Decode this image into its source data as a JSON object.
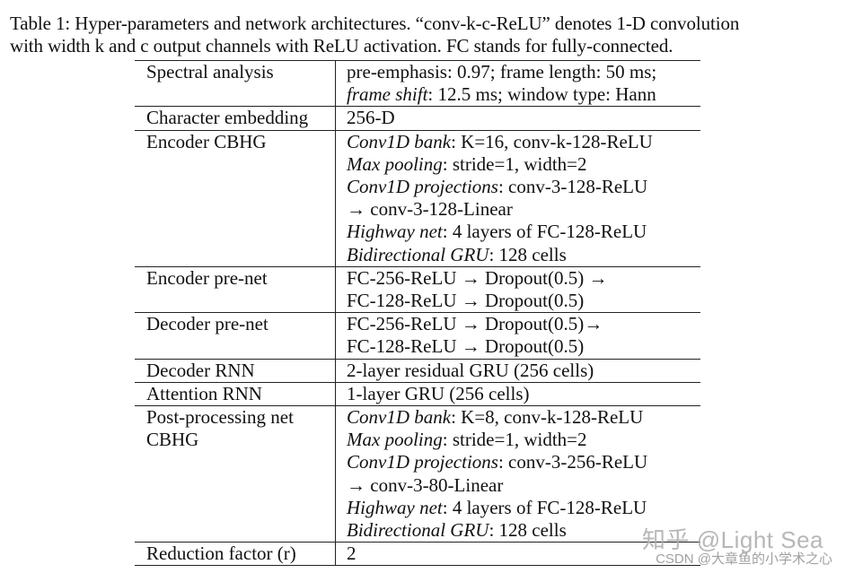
{
  "caption": {
    "line1": "Table 1: Hyper-parameters and network architectures. “conv-k-c-ReLU” denotes 1-D convolution",
    "line2": "with width k and c output channels with ReLU activation. FC stands for fully-connected."
  },
  "table": {
    "rows": [
      {
        "name": [
          "Spectral analysis"
        ],
        "desc": [
          "pre-emphasis: 0.97; frame length: 50 ms;",
          "frame shift: 12.5 ms; window type: Hann"
        ]
      },
      {
        "name": [
          "Character embedding"
        ],
        "desc": [
          "256-D"
        ]
      },
      {
        "name": [
          "Encoder CBHG"
        ],
        "desc": [
          "Conv1D bank: K=16, conv-k-128-ReLU",
          "Max pooling: stride=1, width=2",
          "Conv1D projections: conv-3-128-ReLU",
          "→ conv-3-128-Linear",
          "Highway net: 4 layers of FC-128-ReLU",
          "Bidirectional GRU: 128 cells"
        ]
      },
      {
        "name": [
          "Encoder pre-net"
        ],
        "desc": [
          "FC-256-ReLU → Dropout(0.5) →",
          "FC-128-ReLU → Dropout(0.5)"
        ]
      },
      {
        "name": [
          "Decoder pre-net"
        ],
        "desc": [
          "FC-256-ReLU → Dropout(0.5)→",
          "FC-128-ReLU → Dropout(0.5)"
        ]
      },
      {
        "name": [
          "Decoder RNN"
        ],
        "desc": [
          "2-layer residual GRU (256 cells)"
        ]
      },
      {
        "name": [
          "Attention RNN"
        ],
        "desc": [
          "1-layer GRU (256 cells)"
        ]
      },
      {
        "name": [
          "Post-processing net",
          "CBHG"
        ],
        "desc": [
          "Conv1D bank: K=8, conv-k-128-ReLU",
          "Max pooling: stride=1, width=2",
          "Conv1D projections: conv-3-256-ReLU",
          "→ conv-3-80-Linear",
          "Highway net: 4 layers of FC-128-ReLU",
          "Bidirectional GRU: 128 cells"
        ]
      },
      {
        "name": [
          "Reduction factor (r)"
        ],
        "desc": [
          "2"
        ]
      }
    ]
  },
  "watermark": {
    "main": "知乎 @Light Sea",
    "sub": "CSDN @大章鱼的小学术之心"
  }
}
